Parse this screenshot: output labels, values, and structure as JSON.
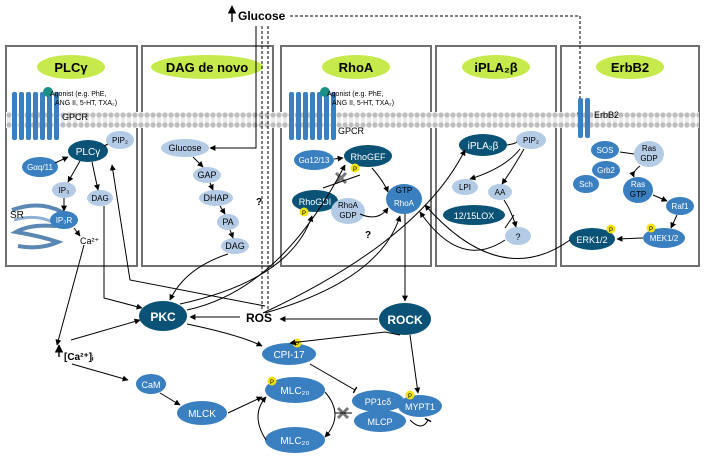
{
  "top": {
    "glucose_label": "Glucose",
    "question_mark": "?"
  },
  "panels": [
    {
      "title": "PLCγ",
      "fill": "#c6ea4b"
    },
    {
      "title": "DAG de novo",
      "fill": "#c6ea4b"
    },
    {
      "title": "RhoA",
      "fill": "#c6ea4b"
    },
    {
      "title": "iPLA₂β",
      "fill": "#c6ea4b"
    },
    {
      "title": "ErbB2",
      "fill": "#c6ea4b"
    }
  ],
  "plcg": {
    "agonist_line1": "Agonist (e.g. PhE,",
    "agonist_line2": "ANG II, 5-HT, TXA₂)",
    "gpcr": "GPCR",
    "pip2": "PIP₂",
    "plcg_node": "PLCγ",
    "gaq": "Gαq/11",
    "ip3": "IP₃",
    "dag": "DAG",
    "ip3r": "IP₃R",
    "sr": "SR",
    "ca": "Ca²⁺"
  },
  "dag_denovo": {
    "glucose": "Glucose",
    "gap": "GAP",
    "dhap": "DHAP",
    "pa": "PA",
    "dag": "DAG"
  },
  "rhoa": {
    "agonist_line1": "Agonist (e.g. PhE,",
    "agonist_line2": "ANG II, 5-HT, TXA₂)",
    "gpcr": "GPCR",
    "ga1213": "Gα12/13",
    "rhogef": "RhoGEF",
    "rhogdi": "RhoGDI",
    "rhoa_gdp_1": "RhoA",
    "rhoa_gdp_2": "GDP",
    "rhoa_gtp_1": "GTP",
    "rhoa_gtp_2": "RhoA"
  },
  "ipla": {
    "ipla_node": "iPLA₂β",
    "pip2": "PIP₂",
    "lpi": "LPI",
    "aa": "AA",
    "lox": "12/15LOX",
    "q": "?"
  },
  "erbb2": {
    "receptor": "ErbB2",
    "sos": "SOS",
    "grb2": "Grb2",
    "sch": "Sch",
    "ras_gdp_1": "Ras",
    "ras_gdp_2": "GDP",
    "ras_gtp_1": "Ras",
    "ras_gtp_2": "GTP",
    "raf1": "Raf1",
    "mek": "MEK1/2",
    "erk": "ERK1/2"
  },
  "lower": {
    "pkc": "PKC",
    "ros": "ROS",
    "rock": "ROCK",
    "ca_i": "[Ca²⁺]ᵢ",
    "cpi17": "CPI-17",
    "cam": "CaM",
    "mlck": "MLCK",
    "mlc20_p": "MLC₂₀",
    "mlc20": "MLC₂₀",
    "pp1": "PP1cδ",
    "mypt1": "MYPT1",
    "mlcp": "MLCP",
    "phos": "P"
  },
  "colors": {
    "dark_node": "#0a5377",
    "mid_node": "#3a7fbf",
    "light_node": "#b4cbe6",
    "phospho": "#f1e313",
    "membrane": "#c8c8c8"
  }
}
